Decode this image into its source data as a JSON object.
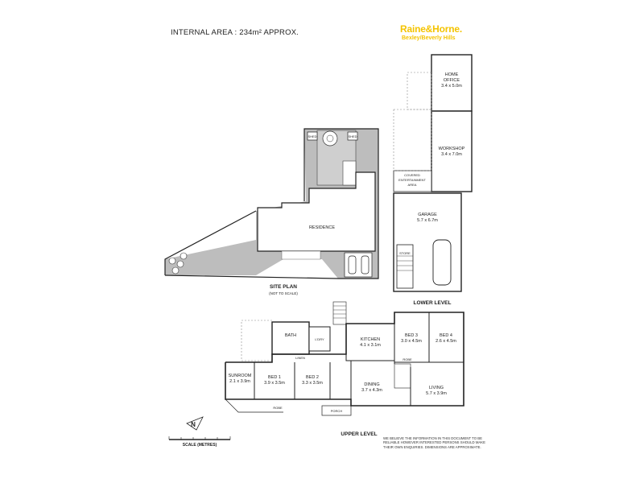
{
  "header": {
    "internal_area": "INTERNAL AREA : 234m² APPROX.",
    "brand": "Raine&Horne.",
    "brand_sub": "Bexley/Beverly Hills"
  },
  "site_plan": {
    "title": "SITE PLAN",
    "subtitle": "(NOT TO SCALE)",
    "residence": "RESIDENCE",
    "shed": "SHED"
  },
  "lower_level": {
    "title": "LOWER LEVEL",
    "home_office": {
      "name_line1": "HOME",
      "name_line2": "OFFICE",
      "dims": "3.4 x 5.0m"
    },
    "workshop": {
      "name": "WORKSHOP",
      "dims": "3.4 x 7.0m"
    },
    "entertainment": {
      "line1": "COVERED",
      "line2": "ENTERTAINMENT",
      "line3": "AREA"
    },
    "garage": {
      "name": "GARAGE",
      "dims": "5.7 x 6.7m"
    },
    "store": "STORE"
  },
  "upper_level": {
    "title": "UPPER LEVEL",
    "bath": "BATH",
    "linen": "LINEN",
    "robe": "ROBE",
    "ldry": "L'DRY",
    "kitchen": {
      "name": "KITCHEN",
      "dims": "4.1 x 3.1m"
    },
    "bed3": {
      "name": "BED 3",
      "dims": "3.0 x 4.5m"
    },
    "bed4": {
      "name": "BED 4",
      "dims": "2.6 x 4.5m"
    },
    "sunroom": {
      "name": "SUNROOM",
      "dims": "2.1 x 3.9m"
    },
    "bed1": {
      "name": "BED 1",
      "dims": "3.9 x 3.5m"
    },
    "bed2": {
      "name": "BED 2",
      "dims": "3.3 x 3.5m"
    },
    "dining": {
      "name": "DINING",
      "dims": "3.7 x 4.3m"
    },
    "living": {
      "name": "LIVING",
      "dims": "5.7 x 3.9m"
    },
    "porch": "PORCH",
    "robe_label": "ROBE"
  },
  "scale": {
    "label": "SCALE (METRES)",
    "north": "N"
  },
  "disclaimer": "WE BELIEVE THE INFORMATION IN THIS DOCUMENT TO BE RELIABLE HOWEVER INTERESTED PERSONS SHOULD MAKE THEIR OWN ENQUIRIES. DIMENSIONS ARE APPROXIMATE.",
  "colors": {
    "brand_yellow": "#f4c300",
    "wall": "#222222",
    "yard_grey": "#bdbdbd"
  }
}
